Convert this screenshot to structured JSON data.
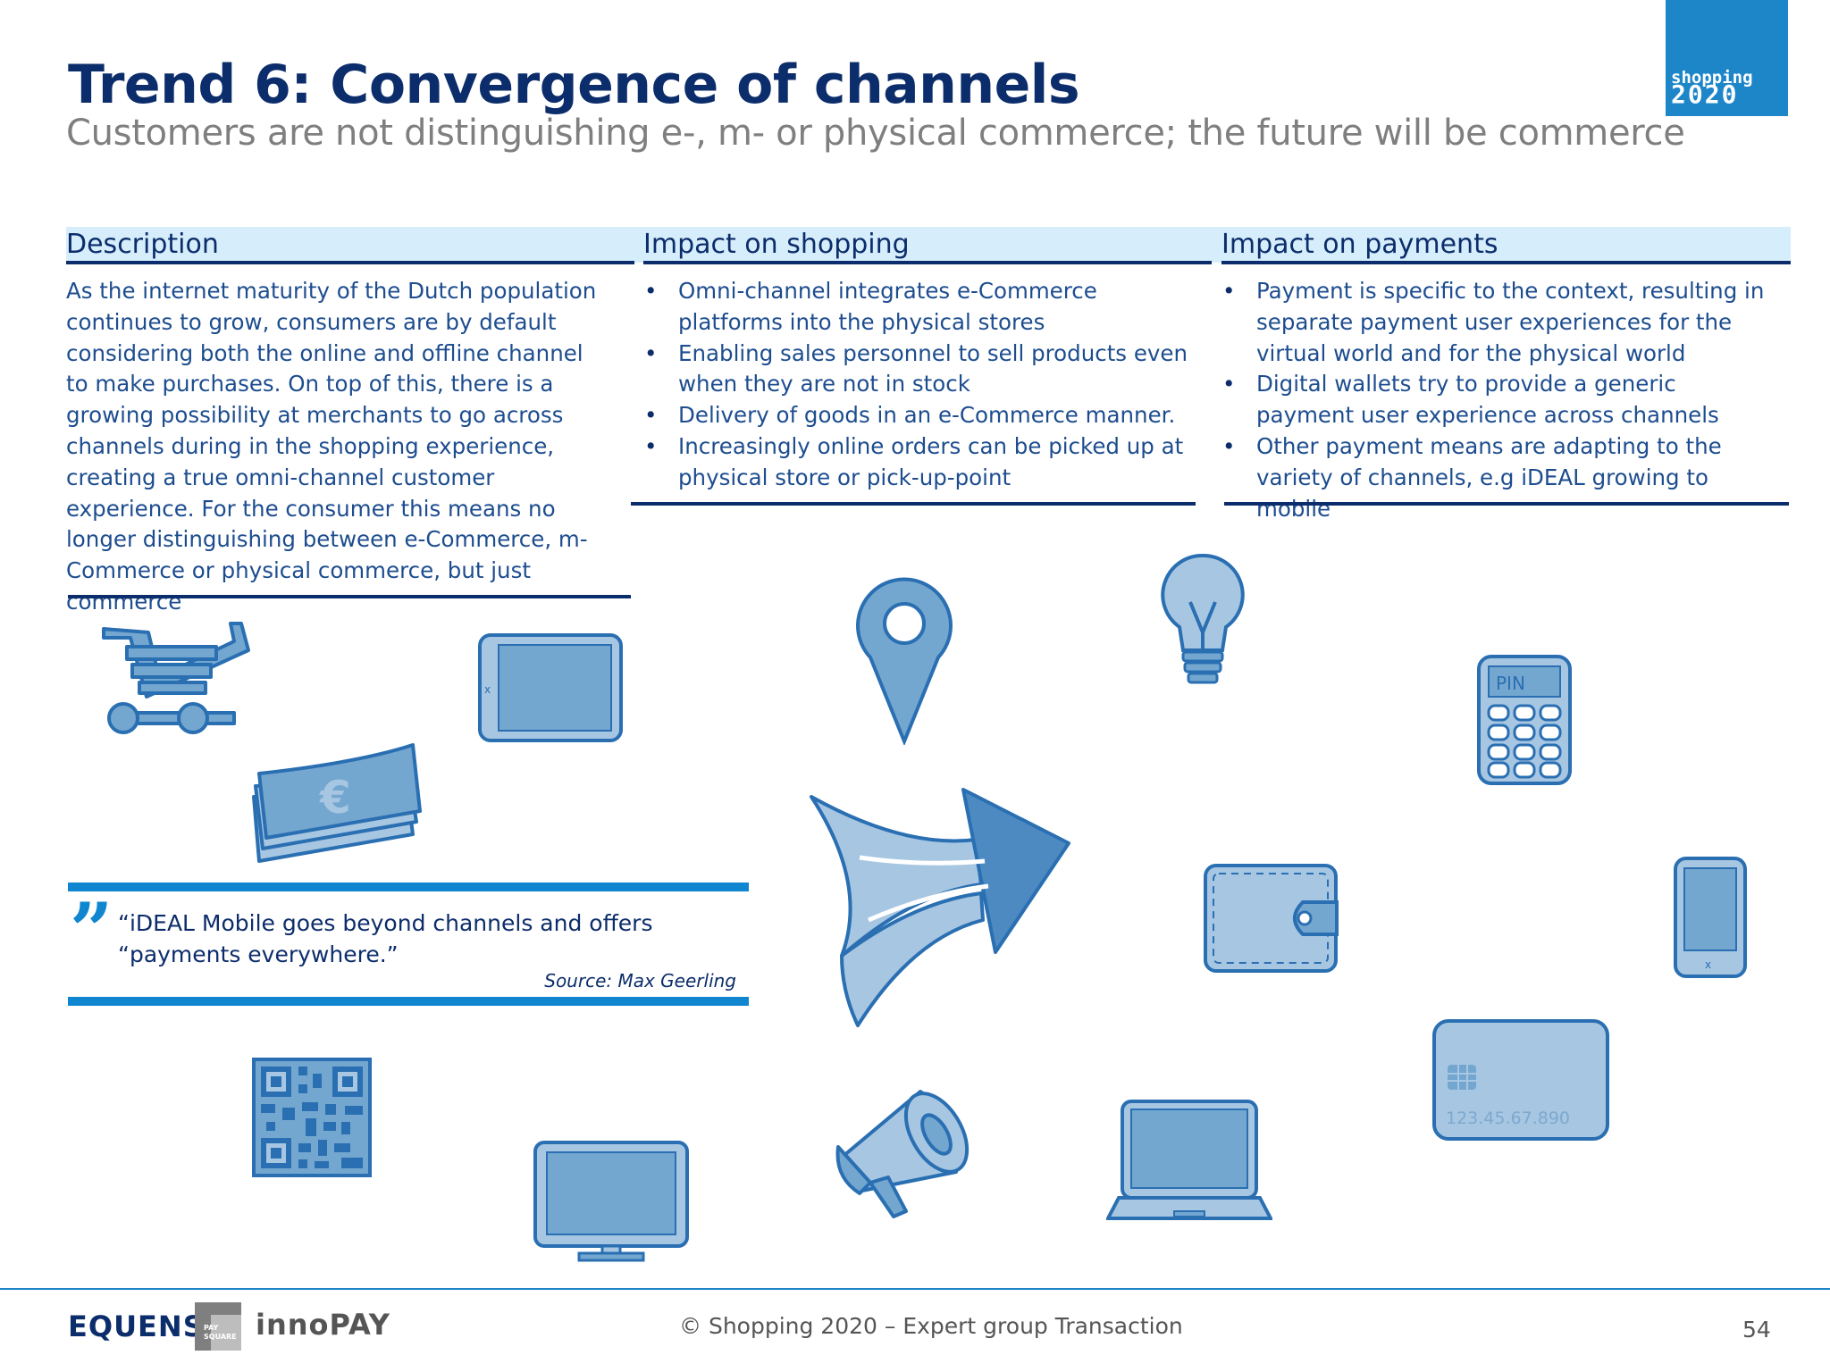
{
  "header": {
    "title": "Trend 6: Convergence of channels",
    "subtitle": "Customers are not distinguishing e-, m- or physical commerce; the future will be commerce",
    "logo_line1": "shopping",
    "logo_line2": "2020"
  },
  "columns": {
    "description": {
      "heading": "Description",
      "text": " As the internet maturity of the Dutch population continues to grow, consumers are by default considering both the online and offline channel to make purchases. On top of this, there is a growing possibility at merchants to go across channels during in the shopping experience, creating a true omni-channel customer experience. For the consumer this means no longer distinguishing between e-Commerce, m-Commerce or physical commerce, but just commerce"
    },
    "shopping": {
      "heading": "Impact on shopping",
      "bullets": [
        "Omni-channel integrates e-Commerce platforms into the physical stores",
        "Enabling sales personnel to sell products even when they are not in stock",
        "Delivery of goods in an e-Commerce manner.",
        "Increasingly online orders can be picked up at physical store or pick-up-point"
      ]
    },
    "payments": {
      "heading": "Impact on payments",
      "bullets": [
        "Payment is specific to the context, resulting in separate payment user experiences for the virtual world and for the physical world",
        "Digital wallets try to provide a generic payment user experience across channels",
        "Other payment means are adapting to the variety of channels, e.g iDEAL growing to mobile"
      ]
    }
  },
  "quote": {
    "mark": "”",
    "text": "“iDEAL Mobile goes beyond channels and offers “payments everywhere.”",
    "source": "Source: Max Geerling"
  },
  "icons": {
    "pin_label": "PIN",
    "card_number": "123.45.67.890",
    "euro_symbol": "€",
    "names": [
      "shopping-cart-icon",
      "tablet-icon",
      "banknote-icon",
      "map-pin-icon",
      "lightbulb-icon",
      "pin-terminal-icon",
      "arrow-convergence-icon",
      "wallet-icon",
      "smartphone-icon",
      "qr-code-icon",
      "monitor-icon",
      "megaphone-icon",
      "laptop-icon",
      "bank-card-icon"
    ],
    "color": "#74a7d0",
    "stroke": "#2a6fb2"
  },
  "footer": {
    "center": "© Shopping 2020 – Expert group Transaction",
    "page": "54",
    "logo_equens": "EQUENS",
    "logo_paysquare_1": "PAY",
    "logo_paysquare_2": "SQUARE",
    "logo_innopay": "innoPAY"
  },
  "colors": {
    "title": "#0c2d6b",
    "accent": "#0f86cf",
    "band": "#d6eefb",
    "text": "#1d4d8f"
  }
}
